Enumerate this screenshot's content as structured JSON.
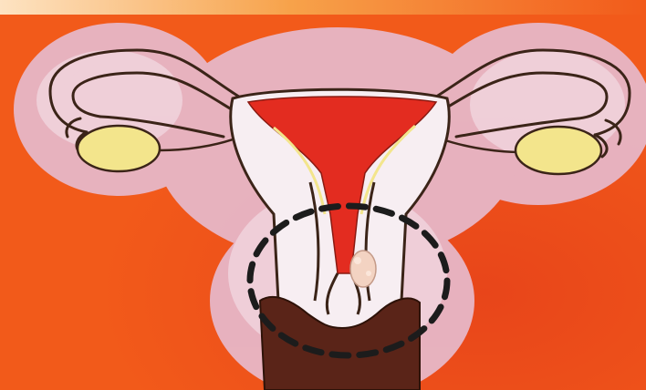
{
  "image": {
    "description_none": "",
    "colors": {
      "background": "#f25a1a",
      "background_glow": "#f7a24a",
      "halo": "#e7b7c7",
      "halo_light": "#f1d6df",
      "tissue": "#f7eef2",
      "outline": "#3b2418",
      "cavity_red": "#e32c20",
      "ovary_yellow": "#f3e58c",
      "vagina_brown": "#5a2418",
      "lesion": "#f3d3c2",
      "dash": "#1c1c1c"
    },
    "parts": [
      "uterus",
      "fallopian-tubes",
      "ovaries",
      "cervix",
      "vagina",
      "cervical-lesion",
      "dashed-excision-outline"
    ]
  }
}
